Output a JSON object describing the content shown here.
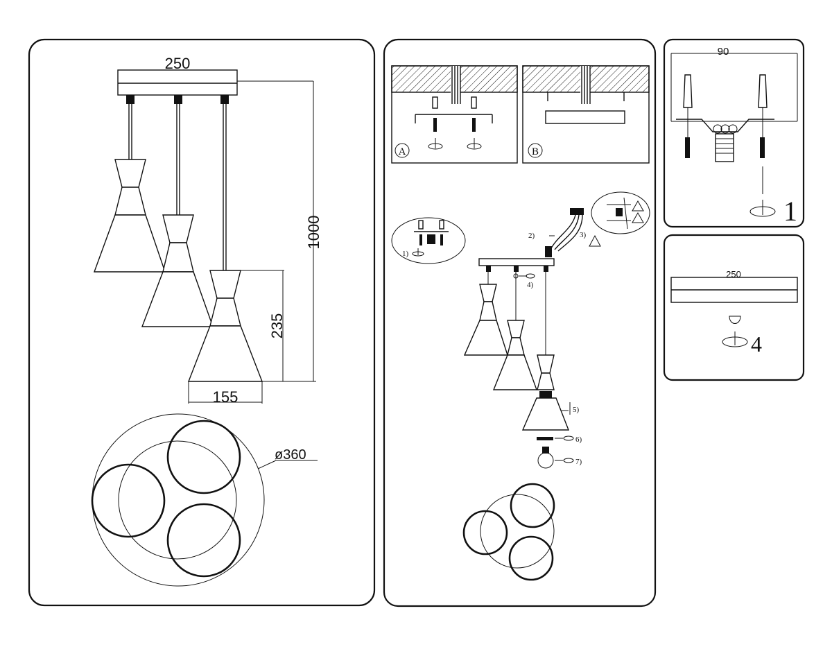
{
  "left_panel": {
    "dim_width": "250",
    "dim_height": "1000",
    "dim_shade_height": "235",
    "dim_shade_width": "155",
    "dim_diameter": "ø360"
  },
  "middle_panel": {
    "label_a": "A",
    "label_b": "B",
    "step1": "1)",
    "step2": "2)",
    "step3": "3)",
    "step4": "4)",
    "step5": "5)",
    "step6": "6)",
    "step7": "7)"
  },
  "right_top_panel": {
    "dim_width": "90",
    "step_number": "1"
  },
  "right_bottom_panel": {
    "dim_width": "250",
    "step_number": "4"
  }
}
